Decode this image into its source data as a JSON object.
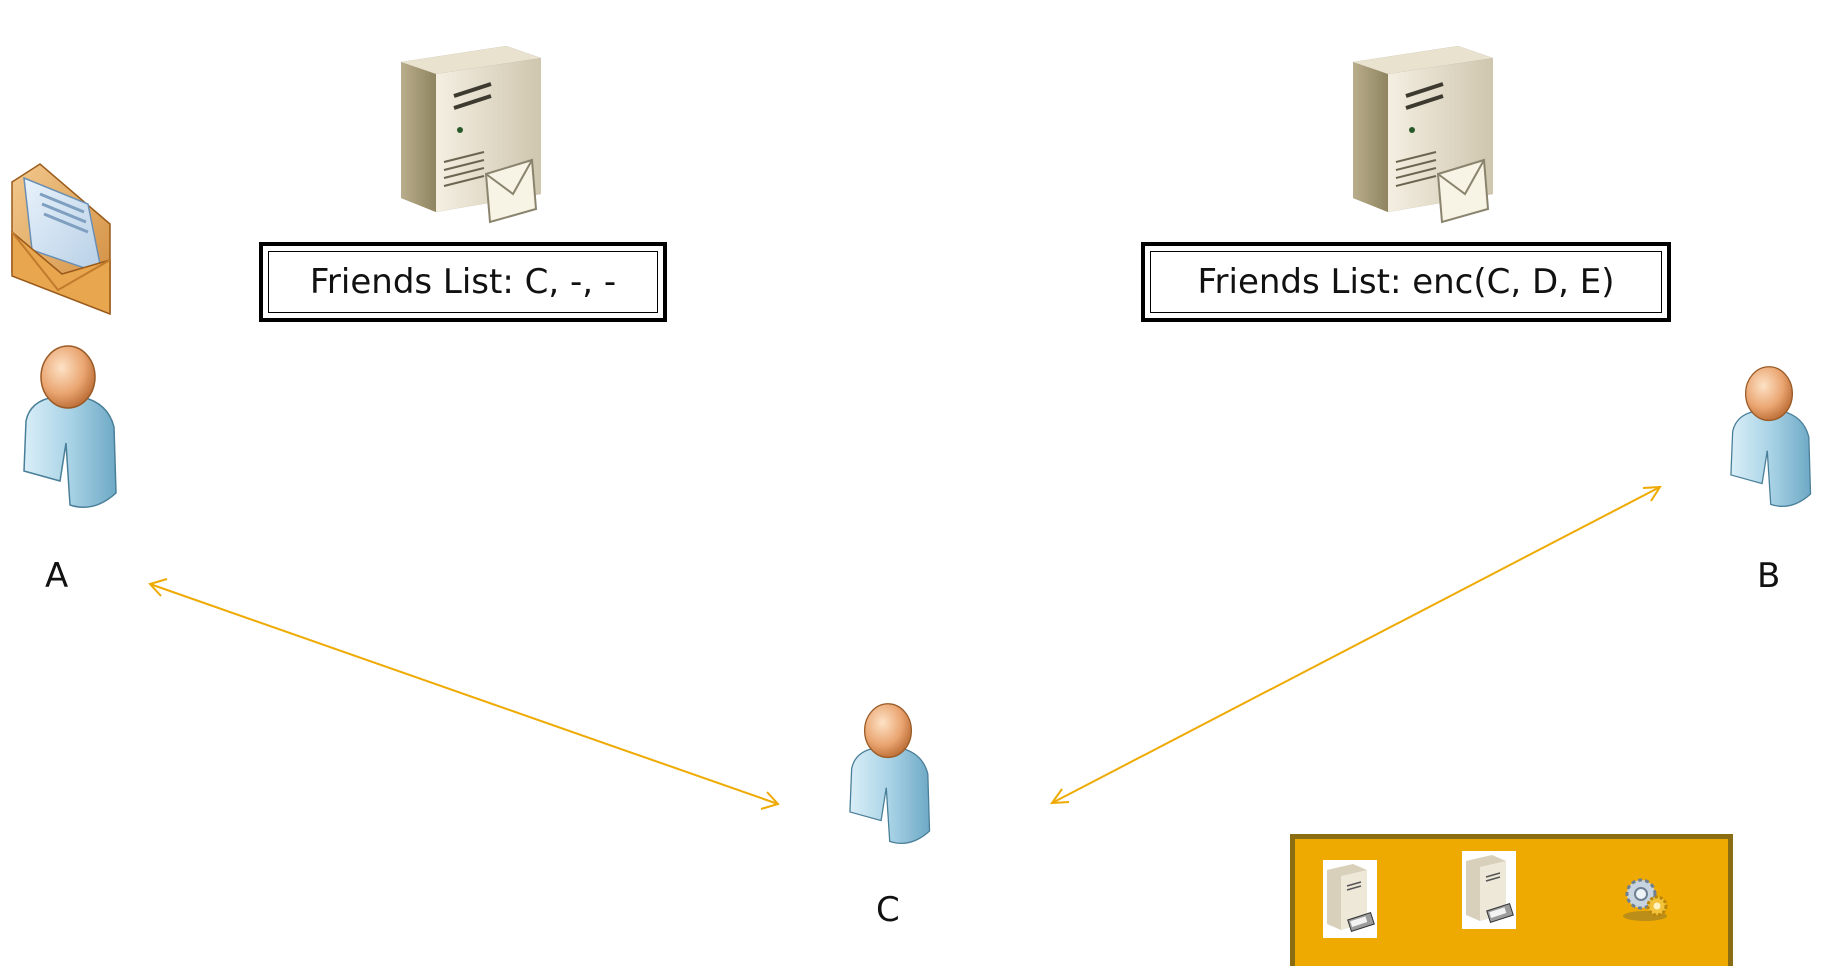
{
  "nodes": {
    "a": {
      "label": "A"
    },
    "b": {
      "label": "B"
    },
    "c": {
      "label": "C"
    }
  },
  "servers": {
    "left": {
      "friends_list": "Friends List: C, -, -"
    },
    "right": {
      "friends_list": "Friends List: enc(C, D, E)"
    }
  },
  "toolbox": {
    "icons": [
      "server-usb-icon",
      "server-usb-icon",
      "gear-settings-icon"
    ]
  },
  "colors": {
    "arrow": "#eeaa00",
    "toolbox_fill": "#eeaa00",
    "toolbox_border": "#8a6d12"
  }
}
